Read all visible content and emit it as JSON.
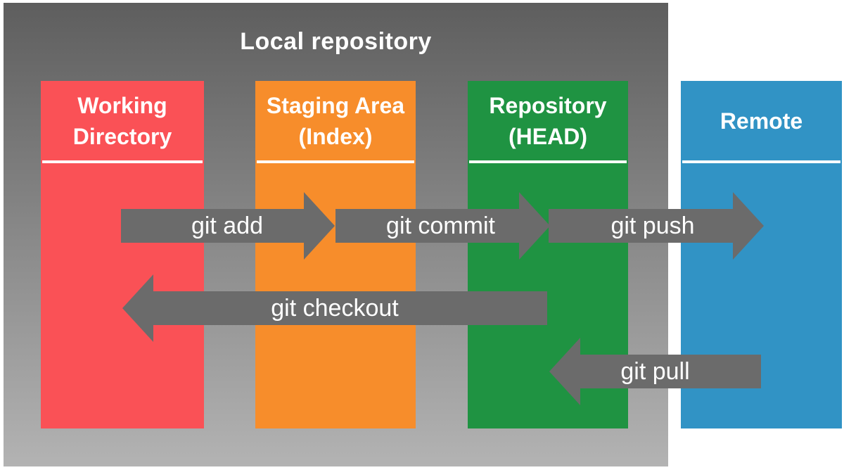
{
  "title": "Local repository",
  "columns": [
    {
      "id": "working-directory",
      "lines": [
        "Working",
        "Directory"
      ],
      "color": "#fa5156"
    },
    {
      "id": "staging-area",
      "lines": [
        "Staging Area",
        "(Index)"
      ],
      "color": "#f78d2b"
    },
    {
      "id": "repository-head",
      "lines": [
        "Repository",
        "(HEAD)"
      ],
      "color": "#1f9342"
    },
    {
      "id": "remote",
      "lines": [
        "Remote"
      ],
      "color": "#3193c5"
    }
  ],
  "arrows": [
    {
      "id": "git-add",
      "label": "git add",
      "direction": "right",
      "from": "working-directory",
      "to": "staging-area"
    },
    {
      "id": "git-commit",
      "label": "git commit",
      "direction": "right",
      "from": "staging-area",
      "to": "repository-head"
    },
    {
      "id": "git-push",
      "label": "git push",
      "direction": "right",
      "from": "repository-head",
      "to": "remote"
    },
    {
      "id": "git-checkout",
      "label": "git checkout",
      "direction": "left",
      "from": "repository-head",
      "to": "working-directory"
    },
    {
      "id": "git-pull",
      "label": "git pull",
      "direction": "left",
      "from": "remote",
      "to": "repository-head"
    }
  ],
  "colors": {
    "page_background": "#ffffff",
    "background_gradient_top": "#5e5e5e",
    "background_gradient_bottom": "#b3b3b3",
    "arrow": "#6b6b6b",
    "text": "#ffffff"
  }
}
